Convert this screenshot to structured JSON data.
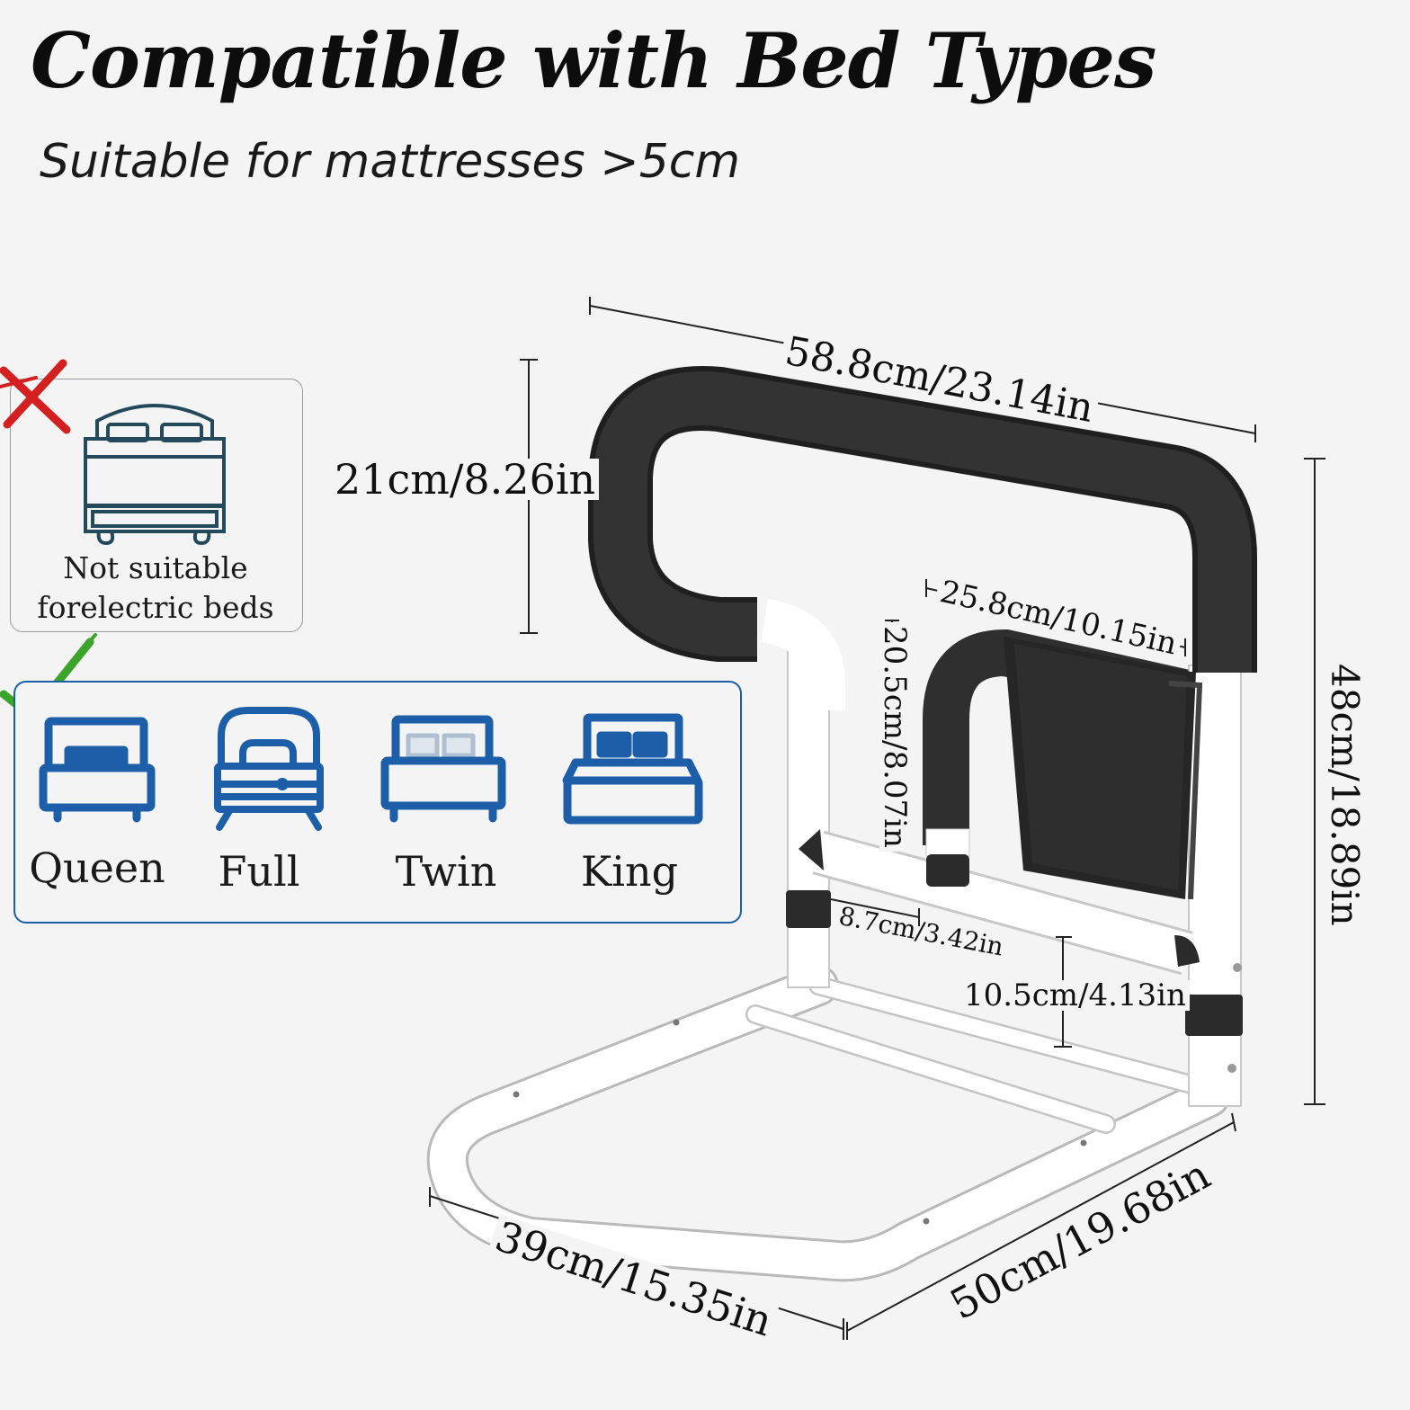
{
  "header": {
    "title": "Compatible with Bed Types",
    "subtitle": "Suitable for mattresses >5cm"
  },
  "not_suitable": {
    "caption_line1": "Not suitable",
    "caption_line2": "forelectric beds"
  },
  "suitable_beds": [
    {
      "label": "Queen"
    },
    {
      "label": "Full"
    },
    {
      "label": "Twin"
    },
    {
      "label": "King"
    }
  ],
  "dimensions": {
    "total_width": "58.8cm/23.14in",
    "handle_height": "21cm/8.26in",
    "inner_width": "25.8cm/10.15in",
    "inner_height": "20.5cm/8.07in",
    "total_height": "48cm/18.89in",
    "post_gap": "8.7cm/3.42in",
    "lower_height": "10.5cm/4.13in",
    "base_width": "39cm/15.35in",
    "base_depth": "50cm/19.68in"
  },
  "colors": {
    "background": "#f4f4f4",
    "accent_blue": "#1c5fa8",
    "reject_red": "#d42020",
    "approve_green": "#3aa52a",
    "foam_black": "#2e2e2e",
    "frame_white": "#ffffff"
  }
}
